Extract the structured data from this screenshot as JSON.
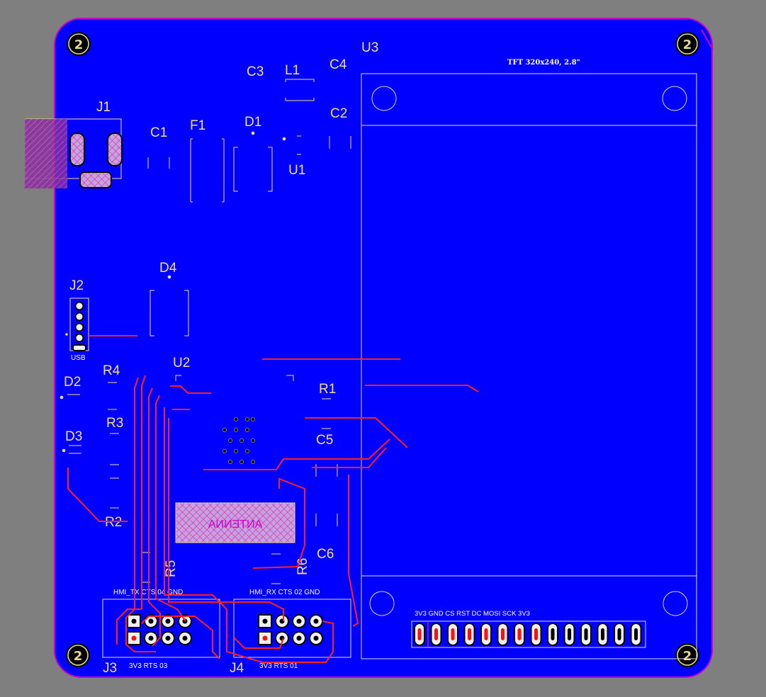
{
  "board": {
    "colors": {
      "background": "#7f7f7f",
      "board": "#0000ff",
      "outline": "#c800c8",
      "silk": "#f2e08a",
      "track": "#ff2020",
      "keepout": "#c800c8"
    },
    "mount_hole_label": "2",
    "designators": {
      "J1": "J1",
      "C1": "C1",
      "F1": "F1",
      "D1": "D1",
      "C3": "C3",
      "L1": "L1",
      "C4": "C4",
      "U3": "U3",
      "C2": "C2",
      "U1": "U1",
      "D4": "D4",
      "J2": "J2",
      "R4": "R4",
      "U2": "U2",
      "D2": "D2",
      "R3": "R3",
      "D3": "D3",
      "R1": "R1",
      "C5": "C5",
      "R2": "R2",
      "C6": "C6",
      "R5": "R5",
      "R6": "R6",
      "J3": "J3",
      "J4": "J4"
    },
    "texts": {
      "tft_title": "TFT 320x240, 2.8\"",
      "usb_label": "USB",
      "antenna_label": "ANTENNA",
      "j3_top": "HMI_TX CTS  04  GND",
      "j3_bottom": "3V3 RTS  03",
      "j4_top": "HMI_RX CTS 02  GND",
      "j4_bottom": "3V3  RTS  01",
      "tft_pins": "3V3 GND CS RST  DC MOSI SCK 3V3"
    }
  }
}
